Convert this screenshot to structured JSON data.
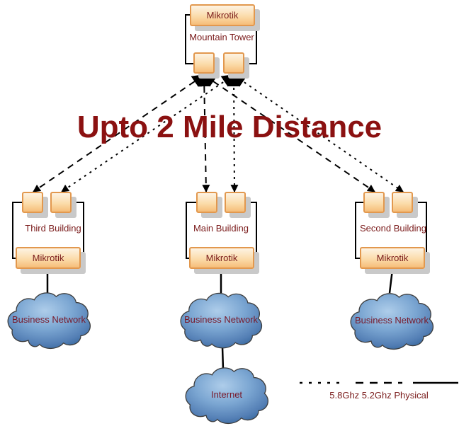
{
  "diagram_title": "Upto 2 Mile Distance",
  "tower": {
    "device_label": "Mikrotik",
    "name": "Mountain Tower"
  },
  "buildings": [
    {
      "name": "Third Building",
      "device_label": "Mikrotik",
      "network_label": "Business Network"
    },
    {
      "name": "Main Building",
      "device_label": "Mikrotik",
      "network_label": "Business Network"
    },
    {
      "name": "Second Building",
      "device_label": "Mikrotik",
      "network_label": "Business Network"
    }
  ],
  "internet": {
    "label": "Internet"
  },
  "legend": {
    "caption": "5.8Ghz 5.2Ghz Physical",
    "items": [
      {
        "label": "5.8Ghz",
        "line_style": "short-dash"
      },
      {
        "label": "5.2Ghz",
        "line_style": "long-dash"
      },
      {
        "label": "Physical",
        "line_style": "solid"
      }
    ]
  },
  "colors": {
    "title_text": "#8b1111",
    "label_text": "#7a1b1b",
    "node_border": "#e2984e",
    "node_fill_top": "#fdf3e3",
    "node_fill_bottom": "#f6bd79",
    "node_shadow": "#c9c9c9",
    "cloud_fill_center": "#a8c8e6",
    "cloud_fill_edge": "#326294",
    "line_color": "#000000"
  }
}
